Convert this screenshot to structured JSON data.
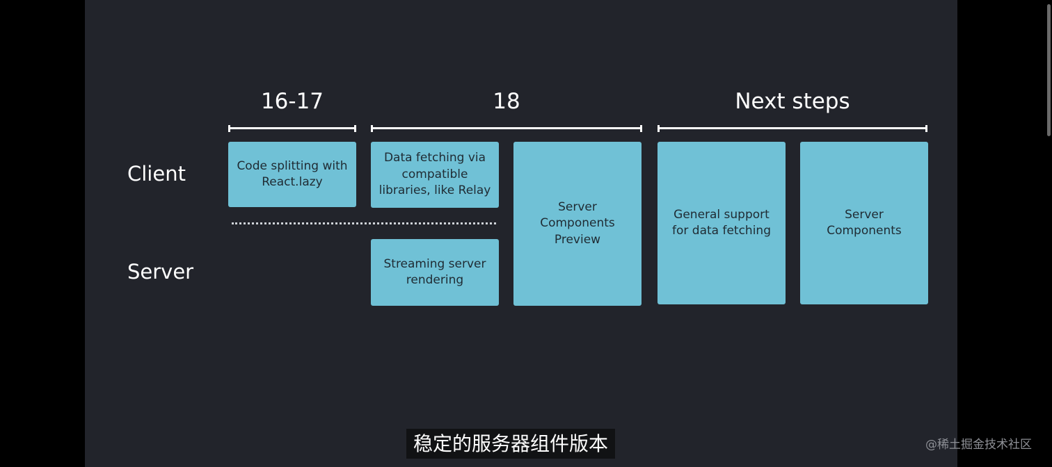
{
  "eras": [
    {
      "label": "16-17"
    },
    {
      "label": "18"
    },
    {
      "label": "Next steps"
    }
  ],
  "rows": {
    "client": "Client",
    "server": "Server"
  },
  "cards": [
    {
      "text": "Code splitting with\nReact.lazy"
    },
    {
      "text": "Data fetching via\ncompatible\nlibraries, like Relay"
    },
    {
      "text": "Streaming server\nrendering"
    },
    {
      "text": "Server\nComponents\nPreview"
    },
    {
      "text": "General support\nfor data fetching"
    },
    {
      "text": "Server\nComponents"
    }
  ],
  "subtitle": "稳定的服务器组件版本",
  "watermark": "@稀土掘金技术社区",
  "colors": {
    "slide_background": "#22242b",
    "card": "#70c1d6",
    "card_text": "#1f2b33"
  }
}
